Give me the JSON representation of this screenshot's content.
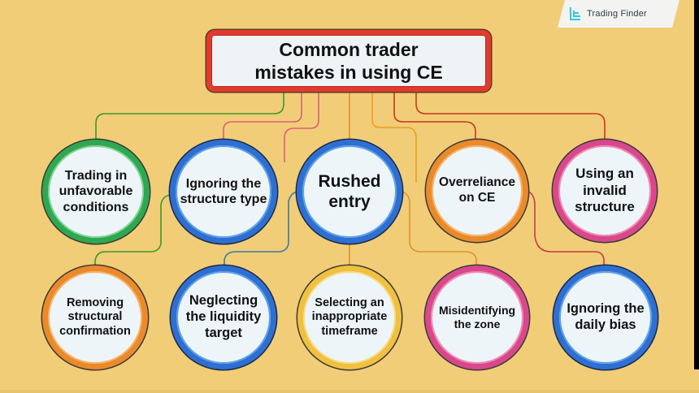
{
  "brand": {
    "name": "Trading Finder",
    "icon": "trading-finder-logo-icon",
    "color": "#35c7e0"
  },
  "title": {
    "line1": "Common trader",
    "line2": "mistakes in using CE",
    "border_color": "#e23a2c"
  },
  "top_row": [
    {
      "label": "Trading in unfavorable conditions",
      "ring_color": "#2fa84f"
    },
    {
      "label": "Ignoring the structure type",
      "ring_color": "#2f6fd0"
    },
    {
      "label": "Rushed entry",
      "ring_color": "#2f6fd0"
    },
    {
      "label": "Overreliance on CE",
      "ring_color": "#ea8a2a"
    },
    {
      "label": "Using an invalid structure",
      "ring_color": "#d8488a"
    }
  ],
  "bottom_row": [
    {
      "label": "Removing structural confirmation",
      "ring_color": "#ea8a2a"
    },
    {
      "label": "Neglecting the liquidity target",
      "ring_color": "#2f6fd0"
    },
    {
      "label": "Selecting an inappropriate timeframe",
      "ring_color": "#f0c040"
    },
    {
      "label": "Misidentifying the zone",
      "ring_color": "#d8488a"
    },
    {
      "label": "Ignoring the daily bias",
      "ring_color": "#2f6fd0"
    }
  ],
  "colors": {
    "background": "#f2cd78",
    "node_fill": "#eef5f9"
  }
}
